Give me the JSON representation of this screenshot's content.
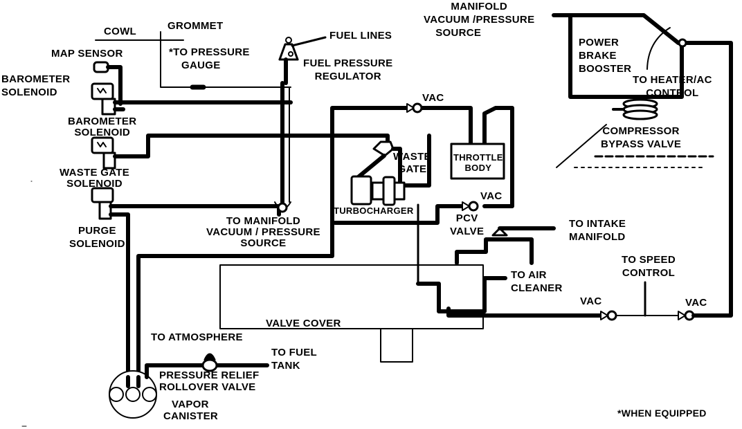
{
  "labels": {
    "cowl": "COWL",
    "grommet": "GROMMET",
    "to_pressure_gauge_1": "*TO PRESSURE",
    "to_pressure_gauge_2": "GAUGE",
    "map_sensor": "MAP SENSOR",
    "barometer_solenoid_a_1": "BAROMETER",
    "barometer_solenoid_a_2": "SOLENOID",
    "barometer_solenoid_b_1": "BAROMETER",
    "barometer_solenoid_b_2": "SOLENOID",
    "waste_gate_solenoid_1": "WASTE GATE",
    "waste_gate_solenoid_2": "SOLENOID",
    "purge_solenoid_1": "PURGE",
    "purge_solenoid_2": "SOLENOID",
    "fuel_lines": "FUEL LINES",
    "fuel_pressure_regulator_1": "FUEL PRESSURE",
    "fuel_pressure_regulator_2": "REGULATOR",
    "manifold_source_top_1": "MANIFOLD",
    "manifold_source_top_2": "VACUUM /PRESSURE",
    "manifold_source_top_3": "SOURCE",
    "power_brake_booster_1": "POWER",
    "power_brake_booster_2": "BRAKE",
    "power_brake_booster_3": "BOOSTER",
    "to_heater_ac_1": "TO HEATER/AC",
    "to_heater_ac_2": "CONTROL",
    "compressor_bypass_1": "COMPRESSOR",
    "compressor_bypass_2": "BYPASS VALVE",
    "vac_1": "VAC",
    "vac_2": "VAC",
    "vac_3": "VAC",
    "vac_4": "VAC",
    "waste_gate_1": "WASTE",
    "waste_gate_2": "GATE",
    "throttle_body_1": "THROTTLE",
    "throttle_body_2": "BODY",
    "turbocharger": "TURBOCHARGER",
    "pcv_valve_1": "PCV",
    "pcv_valve_2": "VALVE",
    "to_intake_manifold_1": "TO INTAKE",
    "to_intake_manifold_2": "MANIFOLD",
    "to_manifold_source_1": "TO MANIFOLD",
    "to_manifold_source_2": "VACUUM / PRESSURE",
    "to_manifold_source_3": "SOURCE",
    "to_air_cleaner_1": "TO AIR",
    "to_air_cleaner_2": "CLEANER",
    "to_speed_control_1": "TO SPEED",
    "to_speed_control_2": "CONTROL",
    "valve_cover": "VALVE COVER",
    "to_atmosphere": "TO ATMOSPHERE",
    "to_fuel_tank_1": "TO FUEL",
    "to_fuel_tank_2": "TANK",
    "pressure_relief_1": "PRESSURE RELIEF",
    "pressure_relief_2": "ROLLOVER VALVE",
    "vapor_canister_1": "VAPOR",
    "vapor_canister_2": "CANISTER",
    "when_equipped": "*WHEN EQUIPPED"
  },
  "colors": {
    "ink": "#000000",
    "paper": "#ffffff"
  }
}
